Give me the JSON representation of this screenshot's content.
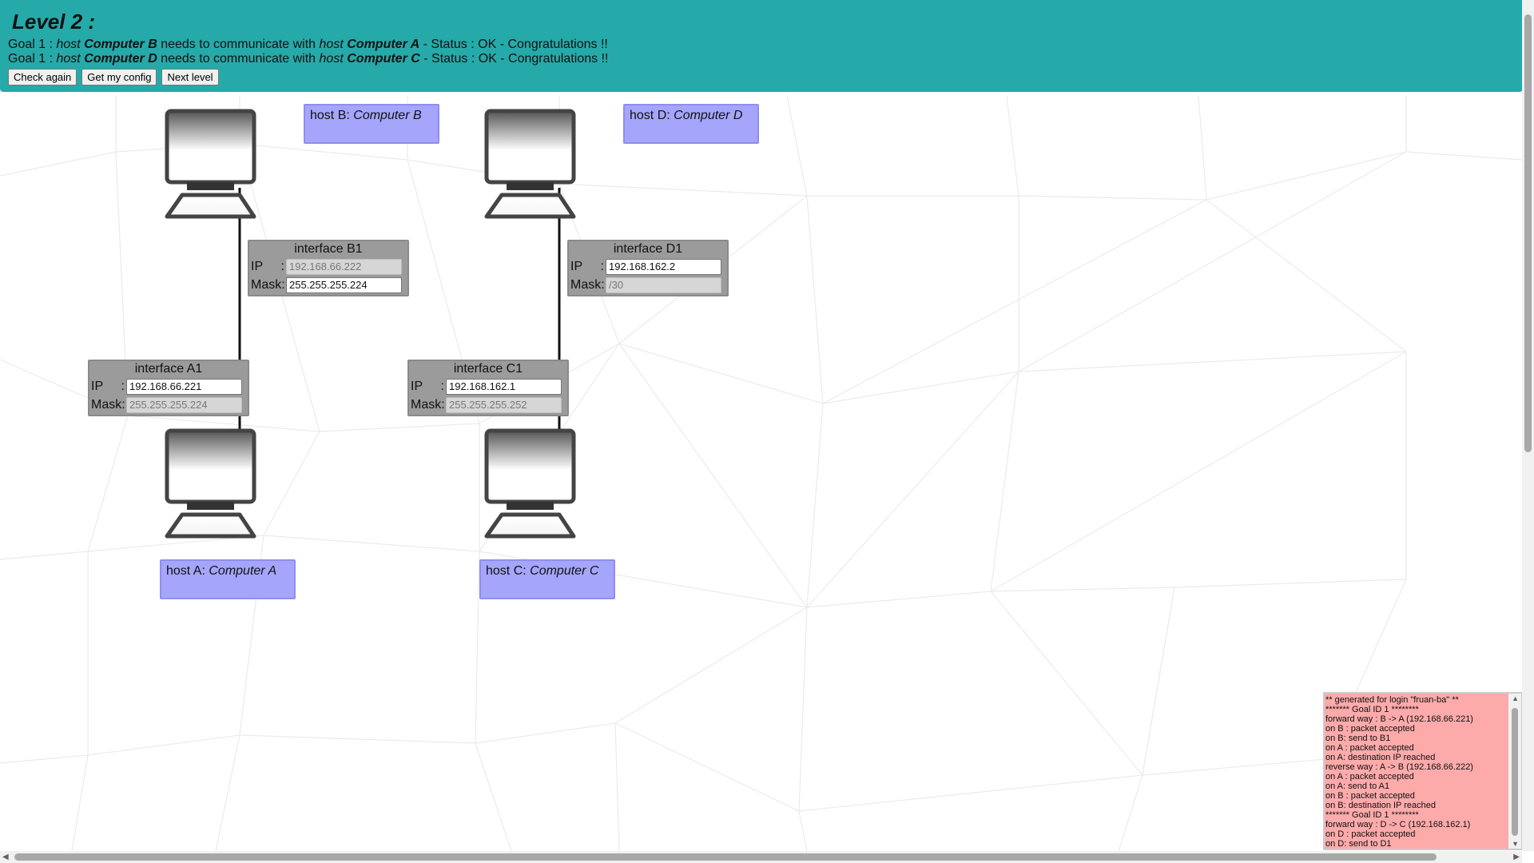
{
  "header": {
    "title": "Level 2 :",
    "goals": [
      {
        "prefix": "Goal 1 :",
        "host_word": "host",
        "source": "Computer B",
        "middle": "needs to communicate with",
        "host_word2": "host",
        "target": "Computer A",
        "status": "- Status : OK - Congratulations !!"
      },
      {
        "prefix": "Goal 1 :",
        "host_word": "host",
        "source": "Computer D",
        "middle": "needs to communicate with",
        "host_word2": "host",
        "target": "Computer C",
        "status": "- Status : OK - Congratulations !!"
      }
    ],
    "buttons": {
      "check": "Check again",
      "config": "Get my config",
      "next": "Next level"
    }
  },
  "hosts": {
    "b": {
      "prefix": "host B:",
      "name": "Computer B"
    },
    "d": {
      "prefix": "host D:",
      "name": "Computer D"
    },
    "a": {
      "prefix": "host A:",
      "name": "Computer A"
    },
    "c": {
      "prefix": "host C:",
      "name": "Computer C"
    }
  },
  "interfaces": {
    "b1": {
      "title": "interface B1",
      "ip_label": "IP",
      "mask_label": "Mask",
      "ip": "192.168.66.222",
      "mask": "255.255.255.224"
    },
    "d1": {
      "title": "interface D1",
      "ip_label": "IP",
      "mask_label": "Mask",
      "ip": "192.168.162.2",
      "mask": "/30"
    },
    "a1": {
      "title": "interface A1",
      "ip_label": "IP",
      "mask_label": "Mask",
      "ip": "192.168.66.221",
      "mask": "255.255.255.224"
    },
    "c1": {
      "title": "interface C1",
      "ip_label": "IP",
      "mask_label": "Mask",
      "ip": "192.168.162.1",
      "mask": "255.255.255.252"
    }
  },
  "console": {
    "lines": [
      "** generated for login \"fruan-ba\" **",
      "******* Goal ID 1 ********",
      "forward way : B -> A (192.168.66.221)",
      "on B : packet accepted",
      "on B: send to B1",
      "on A : packet accepted",
      "on A: destination IP reached",
      "reverse way : A -> B (192.168.66.222)",
      "on A : packet accepted",
      "on A: send to A1",
      "on B : packet accepted",
      "on B: destination IP reached",
      "******* Goal ID 1 ********",
      "forward way : D -> C (192.168.162.1)",
      "on D : packet accepted",
      "on D: send to D1"
    ]
  },
  "colors": {
    "header_bg": "#26a9a9",
    "host_label_bg": "#a5a5fc",
    "interface_bg": "#9b9b9b",
    "console_bg": "#fcaaaa"
  },
  "icons": {
    "computer": "computer-icon",
    "scroll_up": "scroll-up-arrow-icon",
    "scroll_down": "scroll-down-arrow-icon",
    "scroll_left": "scroll-left-arrow-icon",
    "scroll_right": "scroll-right-arrow-icon"
  }
}
